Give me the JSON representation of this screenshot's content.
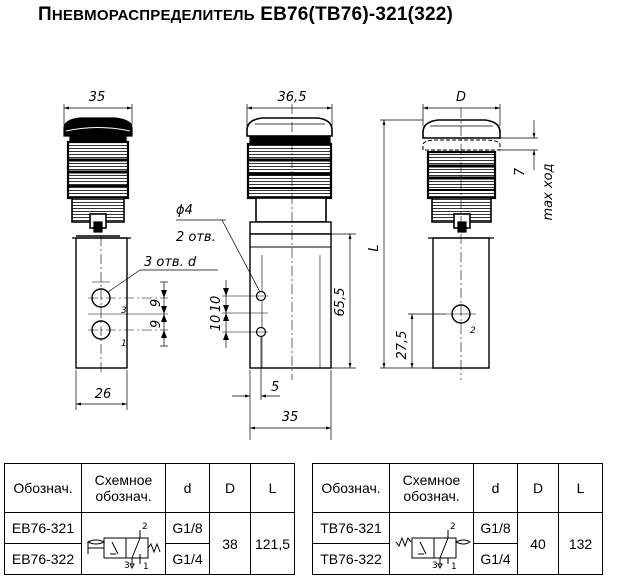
{
  "title": "Пневмораспределитель ЕВ76(ТВ76)-321(322)",
  "title_parts": {
    "big1": "П",
    "small1": "НЕВМОРАСПРЕДЕЛИТЕЛЬ",
    "rest": " ЕВ76(ТВ76)-321(322)"
  },
  "dims": {
    "w35_top": "35",
    "w36_5": "36,5",
    "wD": "D",
    "phi4": "ϕ4",
    "holes2": "2 отв.",
    "holes3": "3 отв. d",
    "d9a": "9",
    "d9b": "9",
    "d10a": "10",
    "d10b": "10",
    "d65_5": "65,5",
    "d27_5": "27,5",
    "dL": "L",
    "d7": "7",
    "maxstroke": "max ход",
    "d26": "26",
    "d5": "5",
    "d35_bot": "35",
    "port1": "1",
    "port3": "3",
    "port2": "2"
  },
  "table_left": {
    "headers": [
      "Обознач.",
      "Схемное обознач.",
      "d",
      "D",
      "L"
    ],
    "rows": [
      {
        "designation": "ЕВ76-321",
        "d": "G1/8"
      },
      {
        "designation": "ЕВ76-322",
        "d": "G1/4"
      }
    ],
    "D": "38",
    "L": "121,5"
  },
  "table_right": {
    "headers": [
      "Обознач.",
      "Схемное обознач.",
      "d",
      "D",
      "L"
    ],
    "rows": [
      {
        "designation": "ТВ76-321",
        "d": "G1/8"
      },
      {
        "designation": "ТВ76-322",
        "d": "G1/4"
      }
    ],
    "D": "40",
    "L": "132"
  },
  "schematic_ports": {
    "p1": "1",
    "p2": "2",
    "p3": "3"
  }
}
